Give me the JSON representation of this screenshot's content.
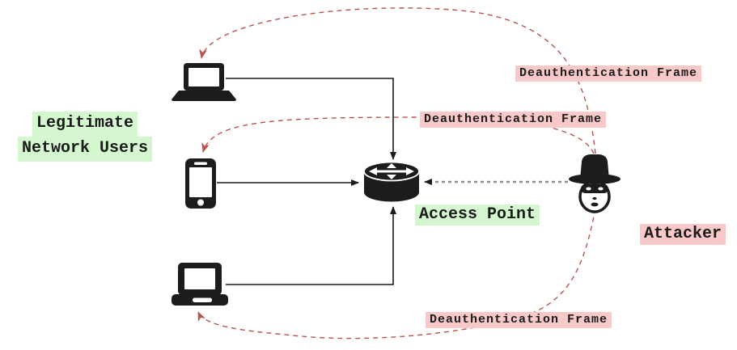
{
  "diagram": {
    "type": "network-attack-diagram",
    "labels": {
      "legitimate_users_line1": "Legitimate",
      "legitimate_users_line2": "Network Users",
      "access_point": "Access Point",
      "attacker": "Attacker",
      "deauth_frame_top": "Deauthentication Frame",
      "deauth_frame_middle": "Deauthentication Frame",
      "deauth_frame_bottom": "Deauthentication Frame"
    },
    "nodes": [
      {
        "id": "laptop-top",
        "icon": "laptop-icon"
      },
      {
        "id": "smartphone",
        "icon": "smartphone-icon"
      },
      {
        "id": "laptop-bottom",
        "icon": "laptop-icon"
      },
      {
        "id": "access-point",
        "icon": "wireless-router-icon",
        "label": "Access Point"
      },
      {
        "id": "attacker",
        "icon": "spy-hacker-icon",
        "label": "Attacker"
      }
    ],
    "edges": [
      {
        "from": "laptop-top",
        "to": "access-point",
        "style": "solid-black-arrow"
      },
      {
        "from": "smartphone",
        "to": "access-point",
        "style": "solid-black-arrow"
      },
      {
        "from": "laptop-bottom",
        "to": "access-point",
        "style": "solid-black-arrow"
      },
      {
        "from": "attacker",
        "to": "access-point",
        "style": "dashed-gray-arrow"
      },
      {
        "from": "attacker",
        "to": "laptop-top",
        "style": "dashed-red-arrow",
        "label": "Deauthentication Frame"
      },
      {
        "from": "attacker",
        "to": "smartphone",
        "style": "dashed-red-arrow",
        "label": "Deauthentication Frame"
      },
      {
        "from": "attacker",
        "to": "laptop-bottom",
        "style": "dashed-red-arrow",
        "label": "Deauthentication Frame"
      }
    ],
    "colors": {
      "highlight_green": "#d4f7d0",
      "highlight_pink": "#f8c9c9",
      "dashed_red": "#b85450",
      "dashed_gray": "#8f8f8f",
      "solid_line": "#1a1a1a",
      "icon_black": "#1c1c1c",
      "text": "#1a1a1a",
      "background": "#ffffff"
    }
  }
}
